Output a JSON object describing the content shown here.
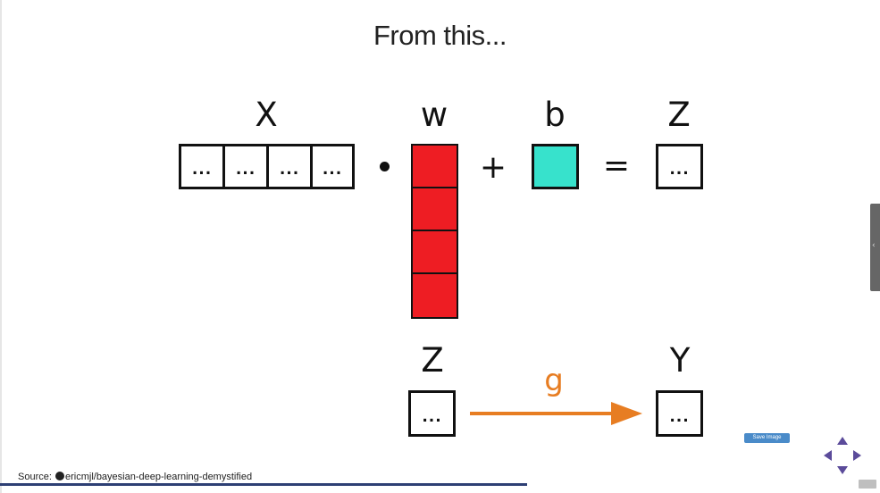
{
  "slide": {
    "title": "From this...",
    "equation": {
      "x_label": "X",
      "w_label": "w",
      "b_label": "b",
      "z_label": "Z",
      "cell_text": "...",
      "plus": "+",
      "equals": "=",
      "colors": {
        "w": "#ee1d23",
        "b": "#37e2cc"
      }
    },
    "activation": {
      "z_label": "Z",
      "y_label": "Y",
      "g_label": "g",
      "cell_text": "...",
      "arrow_color": "#e77d22"
    },
    "source": {
      "prefix": "Source:",
      "repo": "ericmjl/bayesian-deep-learning-demystified",
      "icon": "github-icon"
    }
  },
  "controls": {
    "save_image_label": "Save Image",
    "nav_icon": "navigation-arrows-icon",
    "side_tab_icon": "chevron-left-icon"
  }
}
